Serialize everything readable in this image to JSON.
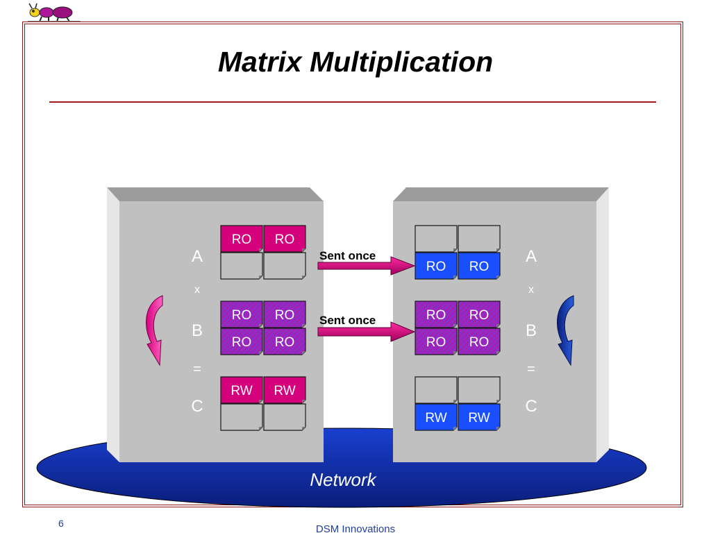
{
  "slide": {
    "title": "Matrix Multiplication",
    "page_number": "6",
    "footer": "DSM Innovations"
  },
  "diagram": {
    "left_node": {
      "labels": {
        "a": "A",
        "x": "x",
        "b": "B",
        "eq": "=",
        "c": "C"
      },
      "matrix_a": {
        "top": [
          "RO",
          "RO"
        ],
        "bottom": [
          "",
          ""
        ]
      },
      "matrix_b": {
        "top": [
          "RO",
          "RO"
        ],
        "bottom": [
          "RO",
          "RO"
        ]
      },
      "matrix_c": {
        "top": [
          "RW",
          "RW"
        ],
        "bottom": [
          "",
          ""
        ]
      }
    },
    "right_node": {
      "labels": {
        "a": "A",
        "x": "x",
        "b": "B",
        "eq": "=",
        "c": "C"
      },
      "matrix_a": {
        "top": [
          "",
          ""
        ],
        "bottom": [
          "RO",
          "RO"
        ]
      },
      "matrix_b": {
        "top": [
          "RO",
          "RO"
        ],
        "bottom": [
          "RO",
          "RO"
        ]
      },
      "matrix_c": {
        "top": [
          "",
          ""
        ],
        "bottom": [
          "RW",
          "RW"
        ]
      }
    },
    "arrow_top_label": "Sent once",
    "arrow_bottom_label": "Sent once",
    "network_label": "Network"
  },
  "colors": {
    "frame": "#8b1a1a",
    "magenta": "#d4007c",
    "purple_hatch": "#8a2ecc",
    "blue": "#1a4fff",
    "network": "#1a3fd0",
    "node_face": "#c0c0c0"
  }
}
